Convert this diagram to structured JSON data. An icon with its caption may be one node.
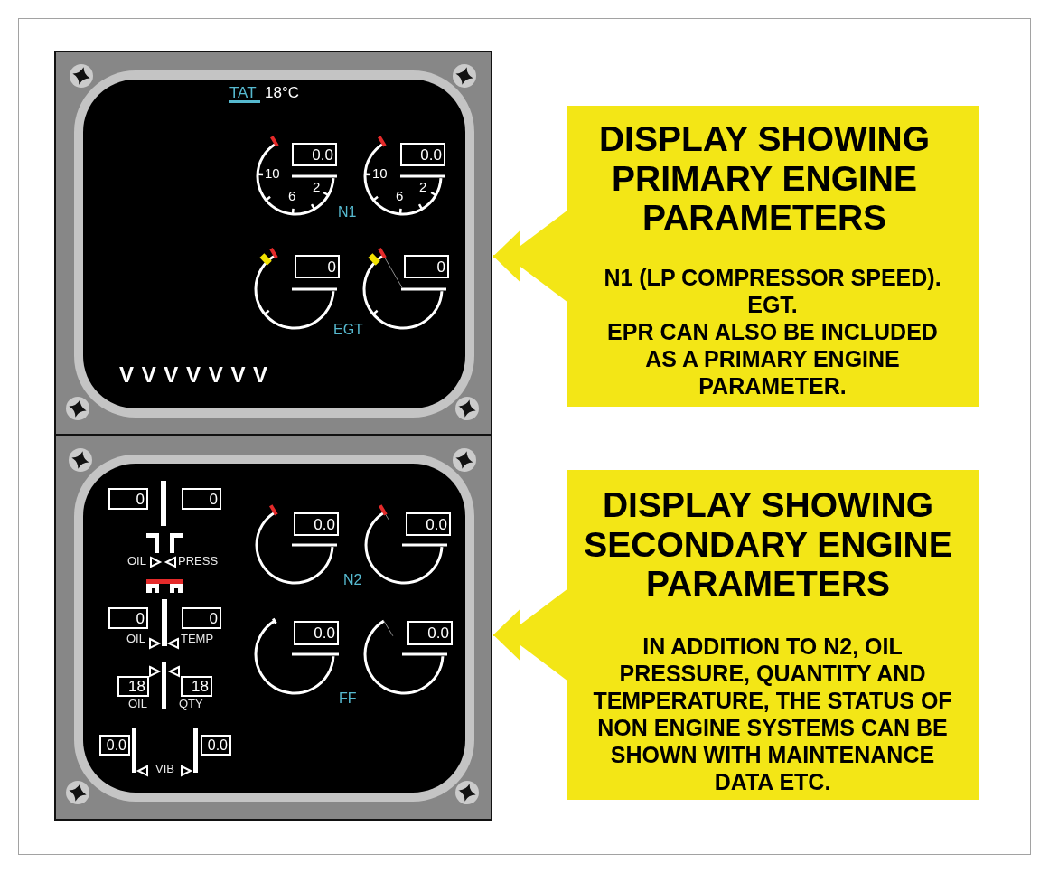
{
  "diagram": {
    "nodes": [
      {
        "text": [],
        "shape": "box"
      },
      {
        "text": [
          "0.0"
        ],
        "in": 0
      },
      {
        "text": [
          "0.0"
        ],
        "in": 0
      },
      {
        "text": [
          "0"
        ],
        "in": 0
      },
      {
        "text": [
          "0"
        ],
        "in": 0
      },
      {
        "text": [
          "DISPLAY SHOWING PRIMARY ENGINE PARAMETERS",
          "N1 (LP COMPRESSOR SPEED).",
          "EGT.",
          "EPR CAN ALSO BE INCLUDED AS A PRIMARY ENGINE PARAMETER."
        ]
      },
      {
        "text": [],
        "shape": "box"
      },
      {
        "text": [
          "0"
        ],
        "in": 6
      },
      {
        "text": [
          "0"
        ],
        "in": 6
      },
      {
        "text": [
          "0.0"
        ],
        "in": 6
      },
      {
        "text": [
          "0.0"
        ],
        "in": 6
      },
      {
        "text": [
          "0"
        ],
        "in": 6
      },
      {
        "text": [
          "0"
        ],
        "in": 6
      },
      {
        "text": [
          "0.0"
        ],
        "in": 6
      },
      {
        "text": [
          "0.0"
        ],
        "in": 6
      },
      {
        "text": [
          "18"
        ],
        "in": 6
      },
      {
        "text": [
          "18"
        ],
        "in": 6
      },
      {
        "text": [
          "0.0"
        ],
        "in": 6
      },
      {
        "text": [
          "0.0"
        ],
        "in": 6
      },
      {
        "text": [
          "DISPLAY SHOWING SECONDARY ENGINE PARAMETERS",
          "IN ADDITION TO N2, OIL PRESSURE, QUANTITY AND TEMPERATURE, THE STATUS OF NON ENGINE SYSTEMS CAN BE SHOWN WITH MAINTENANCE DATA ETC."
        ]
      }
    ],
    "edges": [
      {
        "from": 5,
        "to": 0,
        "arrow": "to"
      },
      {
        "from": 19,
        "to": 6,
        "arrow": "to"
      }
    ],
    "labels": [
      "TAT",
      "18°C",
      "10",
      "6",
      "2",
      "10",
      "6",
      "2",
      "N1",
      "EGT",
      "V V V V V V V",
      "OIL",
      "PRESS",
      "N2",
      "OIL",
      "TEMP",
      "OIL",
      "QTY",
      "FF",
      "VIB"
    ]
  }
}
